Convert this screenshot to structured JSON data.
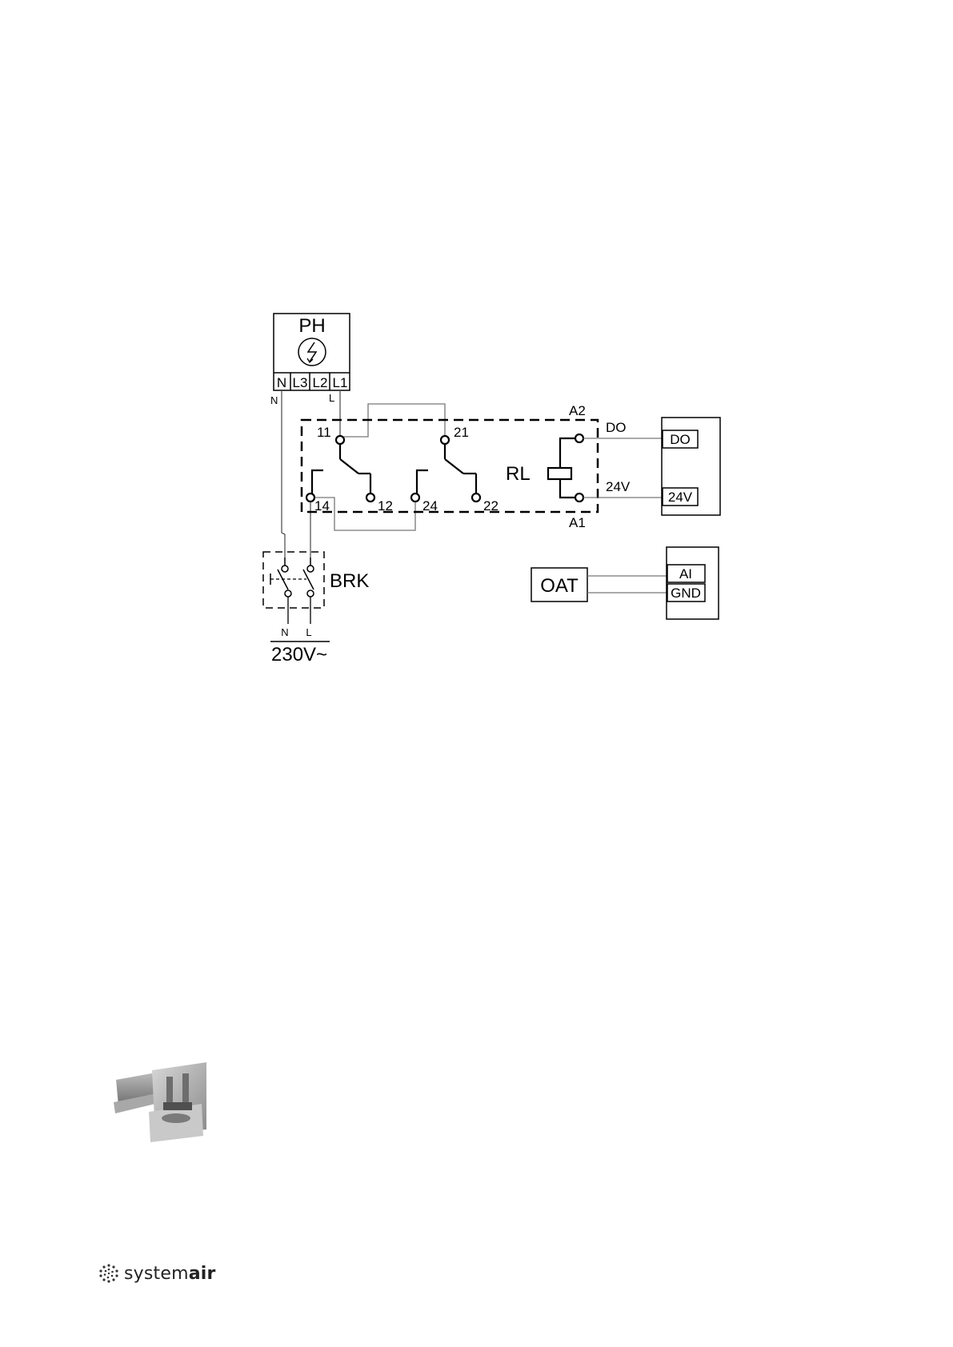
{
  "diagram": {
    "ph": {
      "title": "PH",
      "terminals": [
        "N",
        "L3",
        "L2",
        "L1"
      ]
    },
    "wire_labels": {
      "n_top": "N",
      "l_top": "L"
    },
    "relay": {
      "name": "RL",
      "coil_top": "A2",
      "coil_bottom": "A1",
      "contacts": [
        "11",
        "21",
        "14",
        "12",
        "24",
        "22"
      ]
    },
    "signals": {
      "do": "DO",
      "v24": "24V"
    },
    "controller_top": {
      "ports": [
        "DO",
        "24V"
      ]
    },
    "breaker": {
      "name": "BRK",
      "n": "N",
      "l": "L",
      "supply": "230V~"
    },
    "sensor": {
      "name": "OAT"
    },
    "controller_bottom": {
      "ports": [
        "AI",
        "GND"
      ]
    }
  },
  "footer": {
    "brand_regular": "system",
    "brand_bold": "air",
    "logo_icon": "systemair-swirl-icon"
  }
}
